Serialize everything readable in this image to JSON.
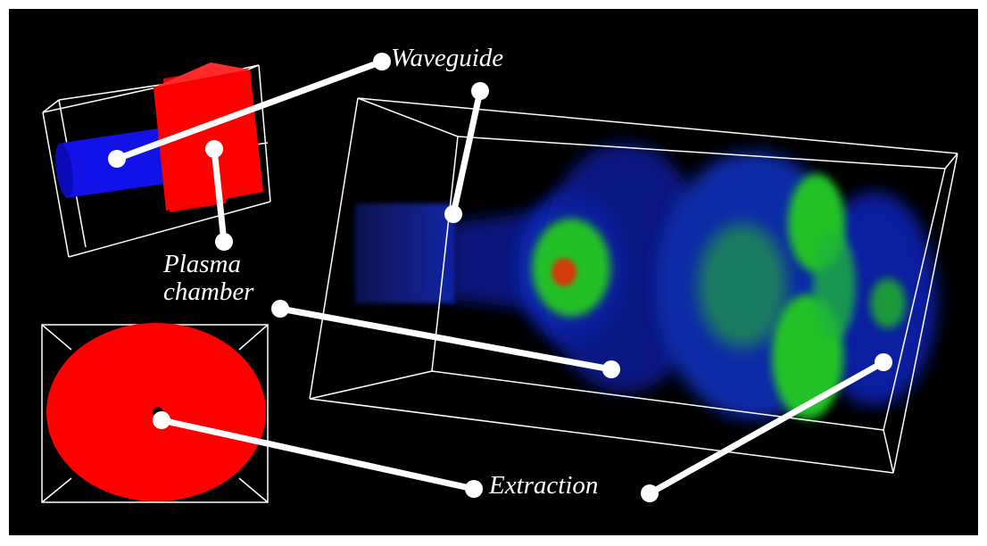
{
  "labels": {
    "waveguide": "Waveguide",
    "plasma_chamber_line1": "Plasma",
    "plasma_chamber_line2": "chamber",
    "extraction": "Extraction"
  },
  "colors": {
    "background": "#000000",
    "waveguide_cylinder": "#1010e0",
    "plasma_chamber": "#ff0000",
    "plasma_low": "#0a1a9a",
    "plasma_mid": "#18c828",
    "plasma_high": "#d23a10",
    "callout": "#ffffff",
    "wireframe": "#ffffff"
  }
}
